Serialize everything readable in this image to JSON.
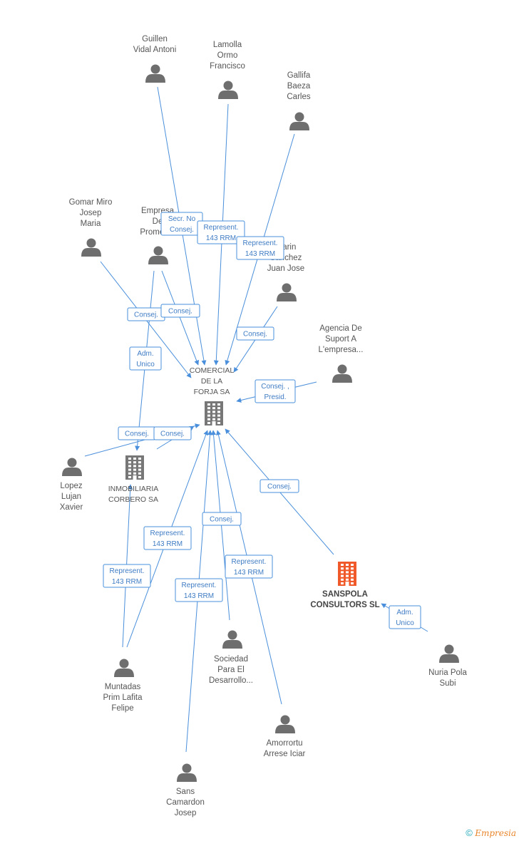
{
  "colors": {
    "edge": "#4a8fdb",
    "edge_text": "#3f7cc4",
    "person": "#6e6e6e",
    "company": "#777777",
    "company_highlight": "#f05a2a"
  },
  "nodes": {
    "center": {
      "lines": [
        "COMERCIAL",
        "DE LA",
        "FORJA SA"
      ],
      "icon": "building-icon"
    },
    "inmobiliaria": {
      "lines": [
        "INMOBILIARIA",
        "CORBERO SA"
      ],
      "icon": "building-icon"
    },
    "sanspola": {
      "lines": [
        "SANSPOLA",
        "CONSULTORS SL"
      ],
      "icon": "building-icon"
    },
    "guillen": {
      "lines": [
        "Guillen",
        "Vidal Antoni"
      ],
      "icon": "person-icon"
    },
    "lamolla": {
      "lines": [
        "Lamolla",
        "Ormo",
        "Francisco"
      ],
      "icon": "person-icon"
    },
    "gallifa": {
      "lines": [
        "Gallifa",
        "Baeza",
        "Carles"
      ],
      "icon": "person-icon"
    },
    "gomar": {
      "lines": [
        "Gomar Miro",
        "Josep",
        "Maria"
      ],
      "icon": "person-icon"
    },
    "empresa": {
      "lines": [
        "Empresa",
        "De",
        "Promoc..."
      ],
      "icon": "person-icon"
    },
    "marin": {
      "lines": [
        "Marin",
        "Sanchez",
        "Juan Jose"
      ],
      "icon": "person-icon"
    },
    "agencia": {
      "lines": [
        "Agencia De",
        "Suport A",
        "L'empresa..."
      ],
      "icon": "person-icon"
    },
    "lopez": {
      "lines": [
        "Lopez",
        "Lujan",
        "Xavier"
      ],
      "icon": "person-icon"
    },
    "muntadas": {
      "lines": [
        "Muntadas",
        "Prim Lafita",
        "Felipe"
      ],
      "icon": "person-icon"
    },
    "sociedad": {
      "lines": [
        "Sociedad",
        "Para El",
        "Desarrollo..."
      ],
      "icon": "person-icon"
    },
    "amorrortu": {
      "lines": [
        "Amorrortu",
        "Arrese Iciar"
      ],
      "icon": "person-icon"
    },
    "sans": {
      "lines": [
        "Sans",
        "Camardon",
        "Josep"
      ],
      "icon": "person-icon"
    },
    "nuria": {
      "lines": [
        "Nuria Pola",
        "Subi"
      ],
      "icon": "person-icon"
    }
  },
  "edges": [
    {
      "from": "guillen",
      "to": "center",
      "lines": [
        "Secr. No",
        "Consej."
      ]
    },
    {
      "from": "lamolla",
      "to": "center",
      "lines": [
        "Represent.",
        "143 RRM"
      ]
    },
    {
      "from": "gallifa",
      "to": "center",
      "lines": [
        "Represent.",
        "143 RRM"
      ]
    },
    {
      "from": "gomar",
      "to": "center",
      "lines": [
        "Consej."
      ]
    },
    {
      "from": "empresa",
      "to": "center",
      "lines": [
        "Consej."
      ]
    },
    {
      "from": "empresa",
      "to": "inmobiliaria",
      "lines": [
        "Adm.",
        "Unico"
      ]
    },
    {
      "from": "marin",
      "to": "center",
      "lines": [
        "Consej."
      ]
    },
    {
      "from": "agencia",
      "to": "center",
      "lines": [
        "Consej. ,",
        "Presid."
      ]
    },
    {
      "from": "lopez",
      "to": "center",
      "lines": [
        "Consej."
      ]
    },
    {
      "from": "inmobiliaria",
      "to": "center",
      "lines": [
        "Consej."
      ]
    },
    {
      "from": "sanspola",
      "to": "center",
      "lines": [
        "Consej."
      ]
    },
    {
      "from": "muntadas",
      "to": "center",
      "lines": [
        "Represent.",
        "143 RRM"
      ]
    },
    {
      "from": "muntadas",
      "to": "inmobiliaria",
      "lines": [
        "Represent.",
        "143 RRM"
      ]
    },
    {
      "from": "sociedad",
      "to": "center",
      "lines": [
        "Consej."
      ]
    },
    {
      "from": "amorrortu",
      "to": "center",
      "lines": [
        "Represent.",
        "143 RRM"
      ]
    },
    {
      "from": "sans",
      "to": "center",
      "lines": [
        "Represent.",
        "143 RRM"
      ]
    },
    {
      "from": "nuria",
      "to": "sanspola",
      "lines": [
        "Adm.",
        "Unico"
      ]
    }
  ],
  "footer": {
    "copyright": "©",
    "brand": "Empresia"
  }
}
